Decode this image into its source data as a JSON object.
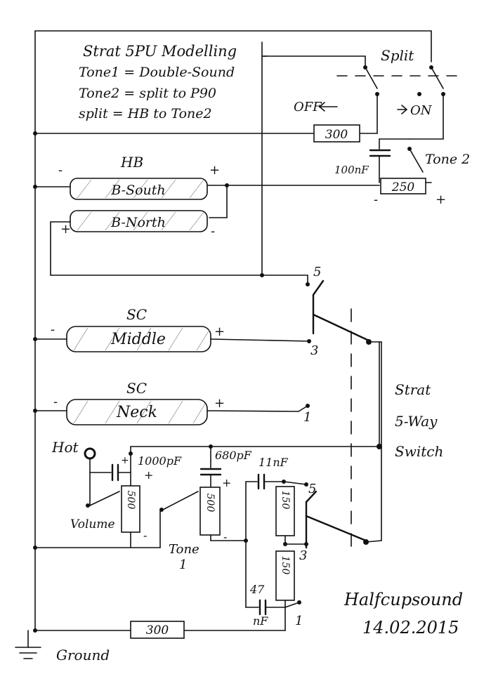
{
  "title_block": {
    "line1": "Strat 5PU Modelling",
    "line2": "Tone1 = Double-Sound",
    "line3": "Tone2 = split to P90",
    "line4": "split = HB to Tone2"
  },
  "split_switch": {
    "label": "Split",
    "off_label": "OFF",
    "on_label": "ON"
  },
  "resistors": {
    "r_top": "300",
    "r_tone2": "250",
    "r_bottom": "300",
    "pot_volume": "500",
    "pot_tone1": "500",
    "pot_150a": "150",
    "pot_150b": "150"
  },
  "capacitors": {
    "c_100nf": "100nF",
    "c_1000pf": "1000pF",
    "c_680pf": "680pF",
    "c_11nf": "11nF",
    "c_47": "47",
    "c_47_unit": "nF"
  },
  "labels": {
    "tone2": "Tone 2",
    "hb": "HB",
    "sc1": "SC",
    "sc2": "SC",
    "hot": "Hot",
    "volume": "Volume",
    "tone1_a": "Tone",
    "tone1_b": "1",
    "ground": "Ground",
    "strat_a": "Strat",
    "strat_b": "5-Way",
    "strat_c": "Switch",
    "author": "Halfcupsound",
    "date": "14.02.2015"
  },
  "pickups": {
    "b_south": "B-South",
    "b_north": "B-North",
    "middle": "Middle",
    "neck": "Neck"
  },
  "switch_positions": {
    "p5_top": "5",
    "p3_top": "3",
    "p1_top": "1",
    "p5_bottom": "5",
    "p3_bottom": "3",
    "p1_bottom": "1"
  },
  "polarity": {
    "minus": "-",
    "plus": "+"
  }
}
